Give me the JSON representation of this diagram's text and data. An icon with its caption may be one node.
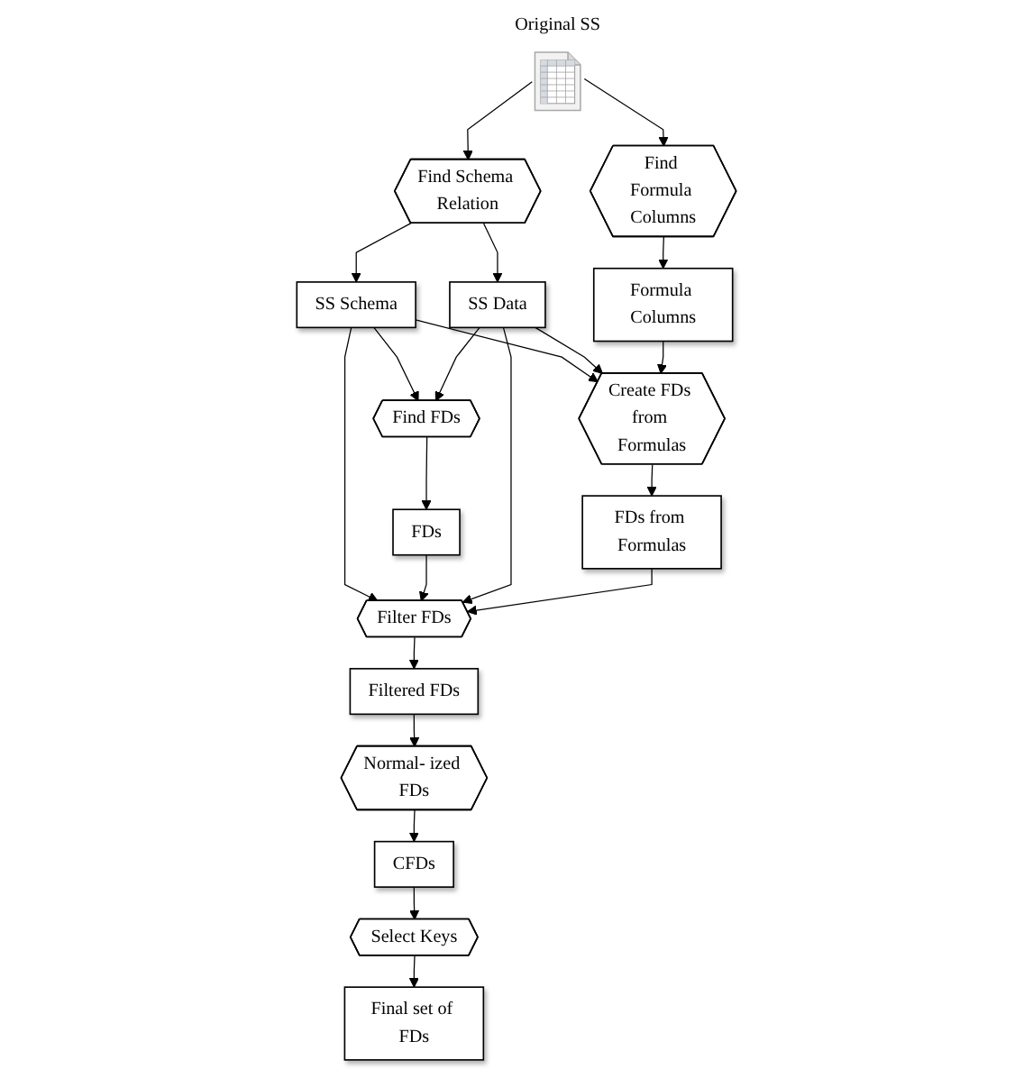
{
  "diagram": {
    "nodes": [
      {
        "text": [
          "Original SS"
        ]
      },
      {
        "text": [
          "Find Schema Relation"
        ]
      },
      {
        "text": [
          "Find Formula Columns"
        ]
      },
      {
        "text": [
          "SS Schema"
        ]
      },
      {
        "text": [
          "SS Data"
        ]
      },
      {
        "text": [
          "Formula Columns"
        ]
      },
      {
        "text": [
          "Find FDs"
        ]
      },
      {
        "text": [
          "Create FDs from Formulas"
        ]
      },
      {
        "text": [
          "FDs"
        ]
      },
      {
        "text": [
          "FDs from Formulas"
        ]
      },
      {
        "text": [
          "Filter FDs"
        ]
      },
      {
        "text": [
          "Filtered FDs"
        ]
      },
      {
        "text": [
          "Normal- ized FDs"
        ]
      },
      {
        "text": [
          "CFDs"
        ]
      },
      {
        "text": [
          "Select Keys"
        ]
      },
      {
        "text": [
          "Final set of FDs"
        ]
      }
    ],
    "edges": [
      {
        "from": 0,
        "to": 1,
        "arrow": "to"
      },
      {
        "from": 0,
        "to": 2,
        "arrow": "to"
      },
      {
        "from": 1,
        "to": 3,
        "arrow": "to"
      },
      {
        "from": 1,
        "to": 4,
        "arrow": "to"
      },
      {
        "from": 2,
        "to": 5,
        "arrow": "to"
      },
      {
        "from": 3,
        "to": 6,
        "arrow": "to"
      },
      {
        "from": 4,
        "to": 6,
        "arrow": "to"
      },
      {
        "from": 3,
        "to": 7,
        "arrow": "to"
      },
      {
        "from": 4,
        "to": 7,
        "arrow": "to"
      },
      {
        "from": 5,
        "to": 7,
        "arrow": "to"
      },
      {
        "from": 6,
        "to": 8,
        "arrow": "to"
      },
      {
        "from": 7,
        "to": 9,
        "arrow": "to"
      },
      {
        "from": 3,
        "to": 10,
        "arrow": "to"
      },
      {
        "from": 8,
        "to": 10,
        "arrow": "to"
      },
      {
        "from": 4,
        "to": 10,
        "arrow": "to"
      },
      {
        "from": 9,
        "to": 10,
        "arrow": "to"
      },
      {
        "from": 10,
        "to": 11,
        "arrow": "to"
      },
      {
        "from": 11,
        "to": 12,
        "arrow": "to"
      },
      {
        "from": 12,
        "to": 13,
        "arrow": "to"
      },
      {
        "from": 13,
        "to": 14,
        "arrow": "to"
      },
      {
        "from": 14,
        "to": 15,
        "arrow": "to"
      }
    ]
  }
}
